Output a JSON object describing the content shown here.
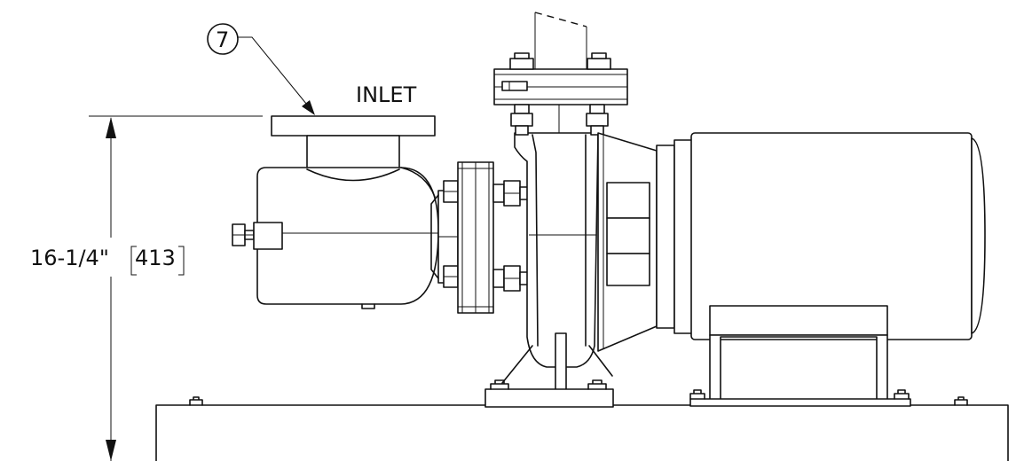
{
  "callout": {
    "number": "7"
  },
  "labels": {
    "inlet": "INLET"
  },
  "dimension": {
    "imperial": "16-1/4\"",
    "metric": "413"
  }
}
